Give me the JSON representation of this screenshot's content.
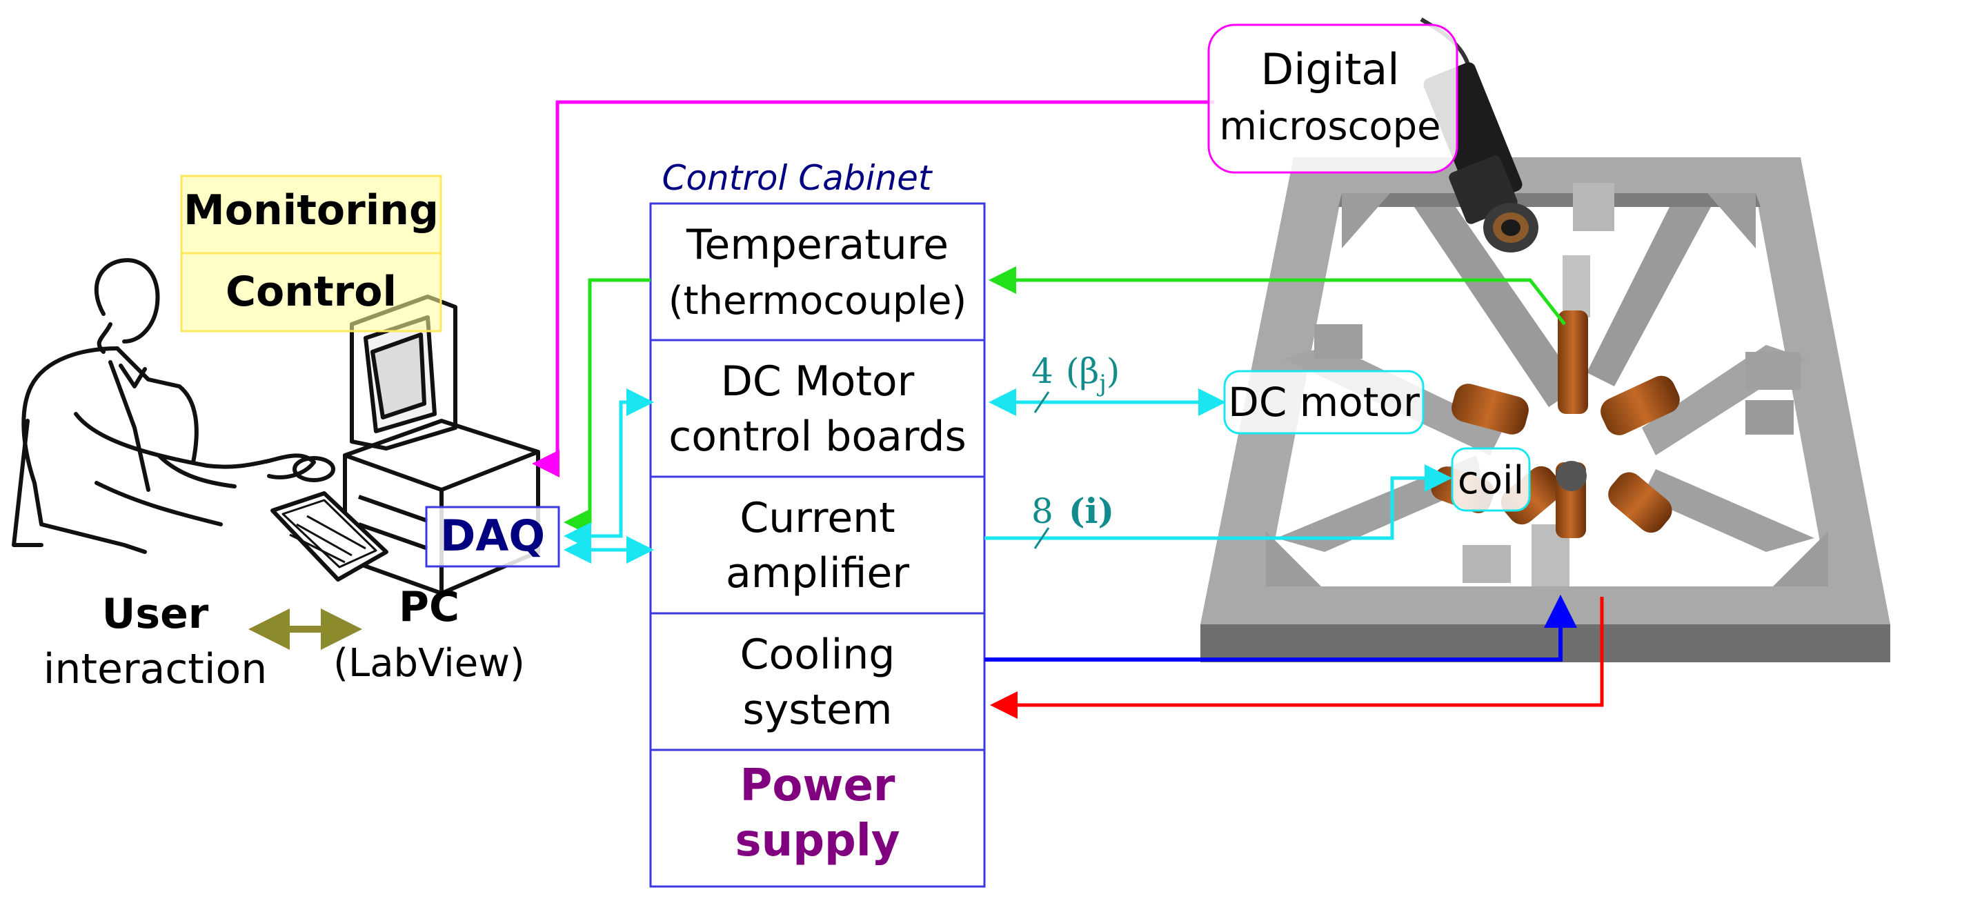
{
  "colors": {
    "magenta": "#ff00ff",
    "green": "#22e01a",
    "cyan": "#19e6f0",
    "blue": "#0000ff",
    "red": "#ff0000",
    "olive": "#8b8b2e",
    "navy": "#000080",
    "purple": "#800080",
    "cabinet_border": "#3a3ae0",
    "teal": "#118b8b"
  },
  "user": {
    "title": "User",
    "subtitle": "interaction"
  },
  "pc": {
    "title": "PC",
    "subtitle": "(LabView)"
  },
  "screen_panel": {
    "monitoring": "Monitoring",
    "control": "Control"
  },
  "daq": {
    "label": "DAQ"
  },
  "cabinet": {
    "title": "Control Cabinet",
    "modules": [
      {
        "line1": "Temperature",
        "line2": "(thermocouple)"
      },
      {
        "line1": "DC Motor",
        "line2": "control boards"
      },
      {
        "line1": "Current",
        "line2": "amplifier"
      },
      {
        "line1": "Cooling",
        "line2": "system"
      },
      {
        "line1": "Power",
        "line2": "supply"
      }
    ]
  },
  "devices": {
    "microscope": {
      "line1": "Digital",
      "line2": "microscope"
    },
    "dc_motor": "DC motor",
    "coil": "coil"
  },
  "links": {
    "motor_count": "4",
    "motor_symbol": "(β",
    "motor_subscript": "j",
    "motor_close": ")",
    "coil_count": "8",
    "coil_symbol": "(i)"
  },
  "icons": [
    "user-at-computer-icon",
    "pc-tower-icon",
    "camera-icon",
    "magnetic-manipulator-frame-icon"
  ]
}
